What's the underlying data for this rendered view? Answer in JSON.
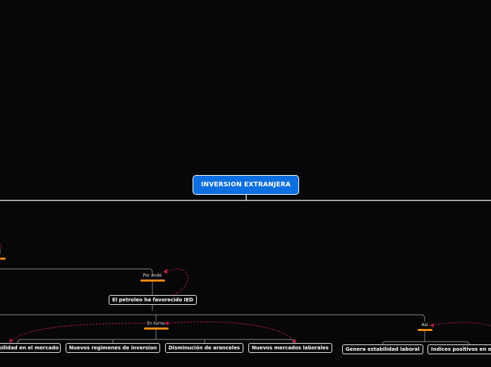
{
  "root": {
    "label": "INVERSION EXTRANJERA"
  },
  "connectors": {
    "por_ende": "Por ende",
    "en_torno": "En torno",
    "asi": "Asi"
  },
  "nodes": {
    "petroleo": "El petroleo ha favorecido IED",
    "estabilidad_mercado": "Estabilidad en el mercado",
    "regimenes": "Nuevos regimenes de inversion",
    "aranceles": "Disminución de aranceles",
    "mercados_laborales": "Nuevos mercados laborales",
    "estabilidad_laboral": "Genera estabilidad laboral",
    "indices": "Indices positivos en economía"
  },
  "colors": {
    "background": "#070709",
    "root_fill": "#0d6fe0",
    "connector_bar": "#f08a13",
    "relation_line": "#b3203a",
    "branch_line": "#ffffff"
  }
}
